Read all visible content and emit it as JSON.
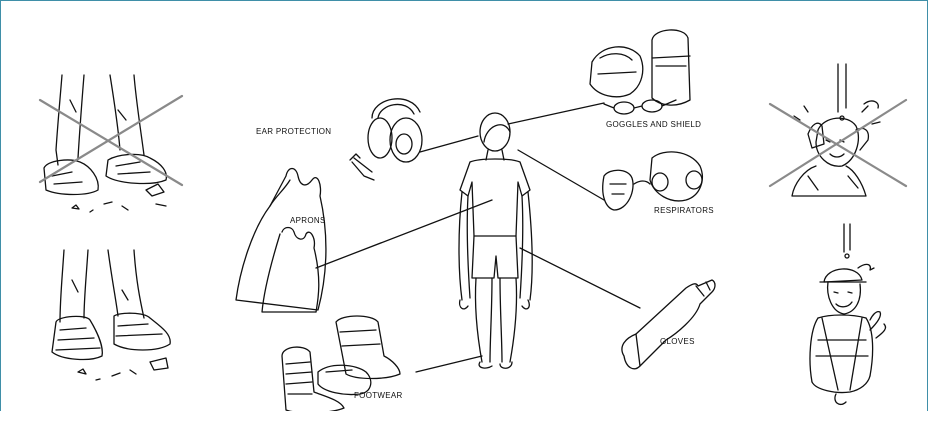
{
  "colors": {
    "frame_border": "#3f8fa8",
    "ink": "#111111",
    "cross": "#8a8a8a"
  },
  "labels": {
    "ear_protection": "EAR PROTECTION",
    "goggles_and_shield": "GOGGLES AND SHIELD",
    "respirators": "RESPIRATORS",
    "aprons": "APRONS",
    "gloves": "GLOVES",
    "footwear": "FOOTWEAR"
  },
  "icons": [
    "crossed-out-loose-shoes-icon",
    "safety-boots-icon",
    "human-figure-icon",
    "ear-muffs-icon",
    "goggles-and-face-shield-icon",
    "respirator-mask-icon",
    "apron-icon",
    "glove-icon",
    "footwear-icon",
    "crossed-out-worker-without-helmet-icon",
    "worker-with-hard-hat-icon"
  ]
}
